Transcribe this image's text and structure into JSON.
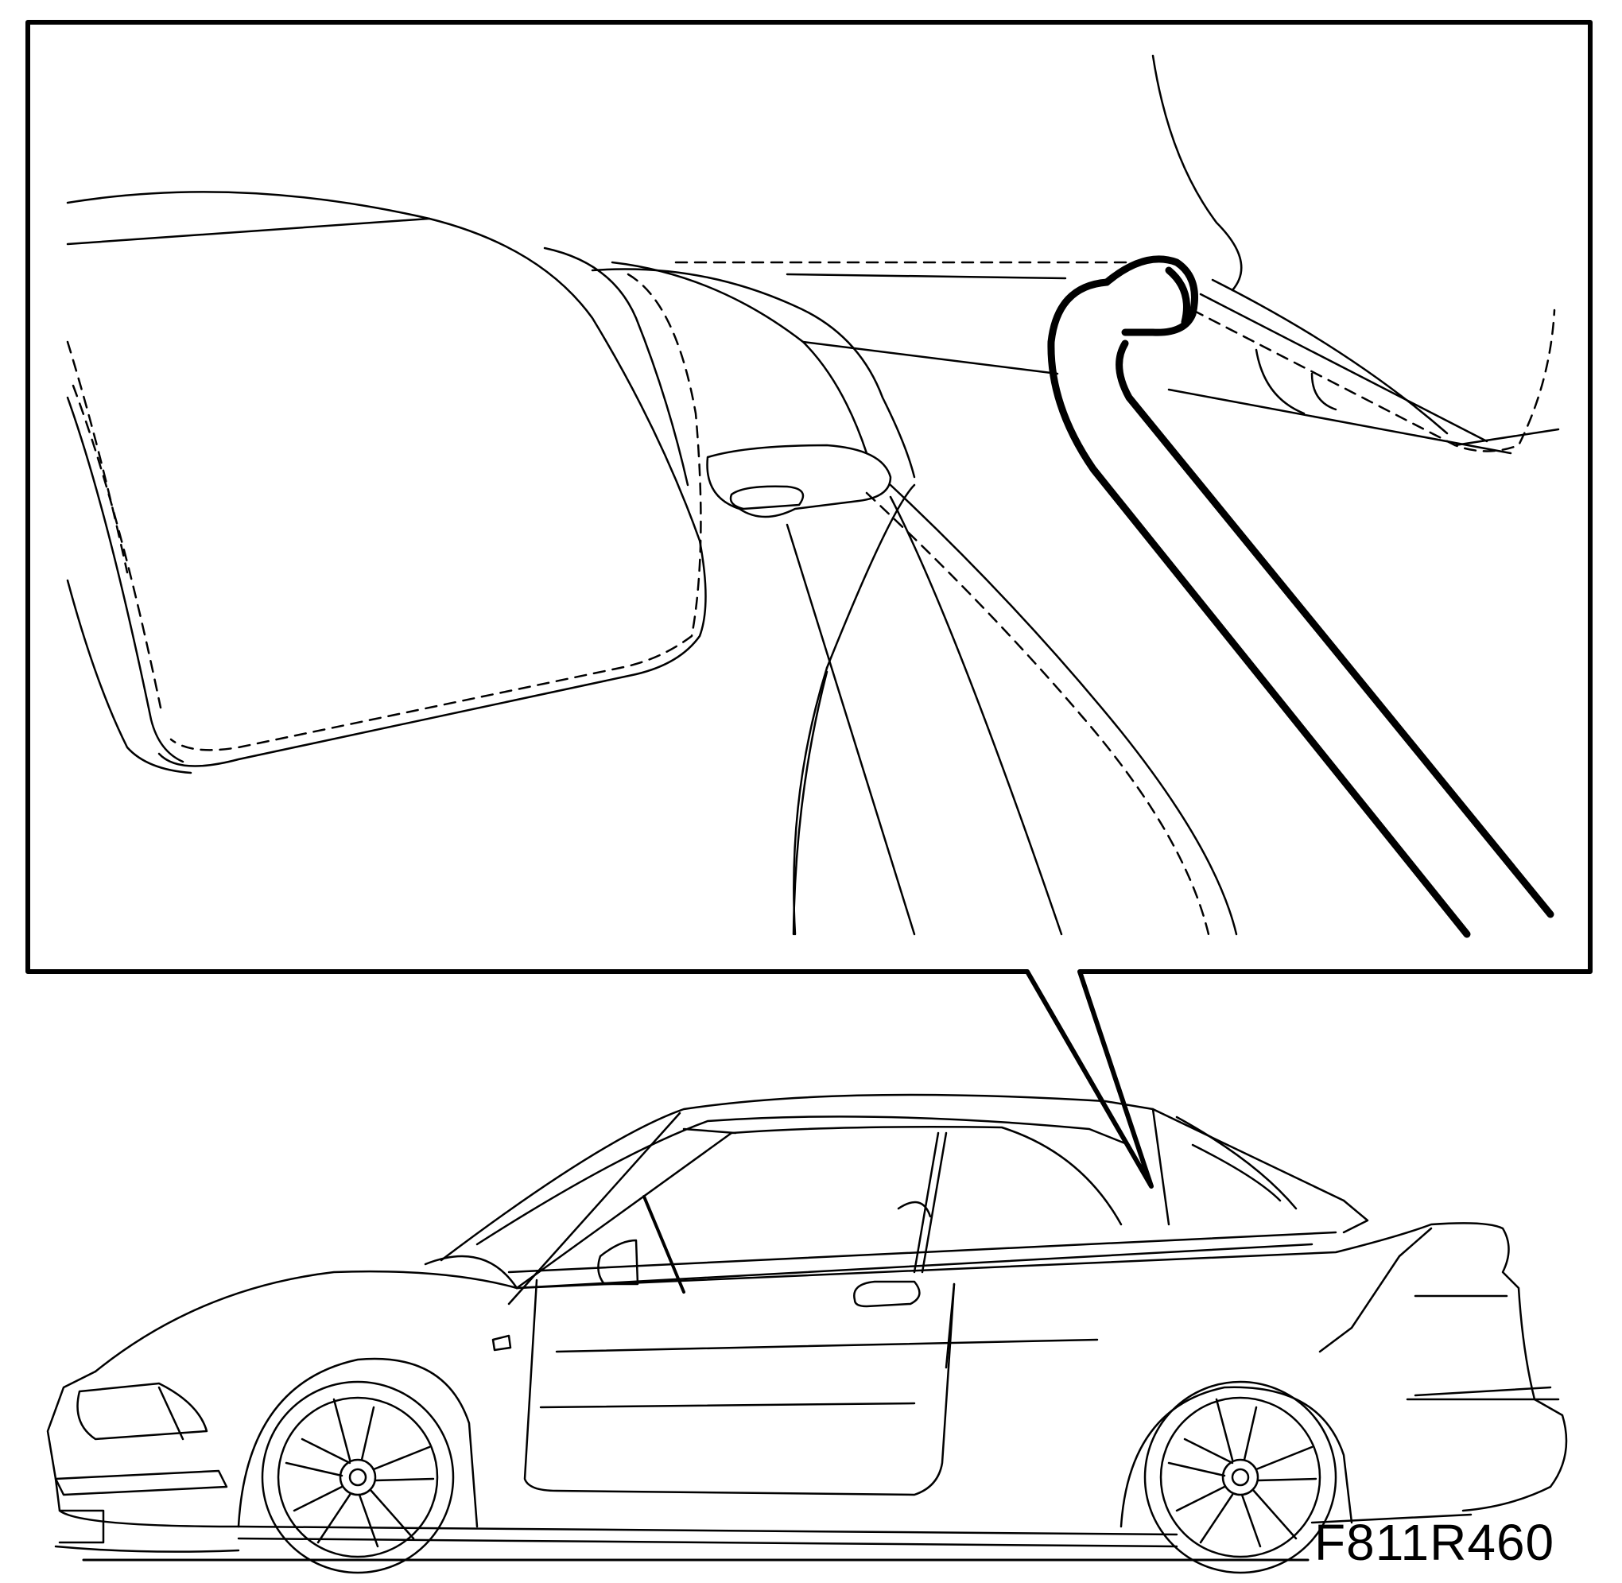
{
  "figure": {
    "reference_code": "F811R460",
    "line_color": "#000000",
    "background_color": "#ffffff",
    "detail_subject": "tool-on-seat-belt-guide",
    "overview_subject": "convertible-car-side-view"
  }
}
